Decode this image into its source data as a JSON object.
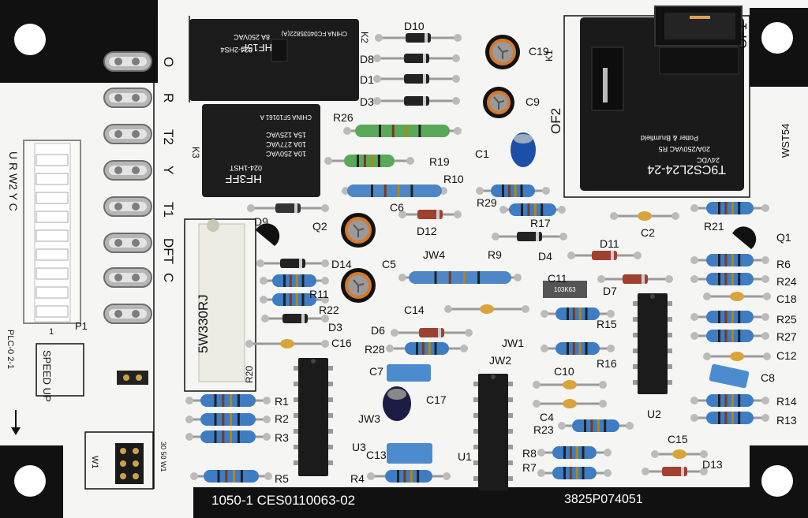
{
  "board": {
    "bottom_left_code": "1050-1  CES0110063-02",
    "bottom_right_code": "3825P074051",
    "model": "WST54",
    "plc": "PLC-0  2-1",
    "speed_up": "SPEED\nUP",
    "w1_label": "30 50 W1"
  },
  "terminals": [
    "O",
    "R",
    "T2",
    "Y",
    "T1",
    "DFT",
    "C",
    ""
  ],
  "connector": {
    "pins_label": "U R W2 Y C",
    "ref": "P1",
    "pin1": "1"
  },
  "relays": {
    "k2_ref": "K2",
    "k2_model": "HF15F",
    "k2_rating": "8A 250VAC",
    "k2_coil": "024-2HS4",
    "k2_origin": "CHINA FC04035822(A)",
    "k3_ref": "K3",
    "k3_model": "HF3FF",
    "k3_coil": "024-1HST",
    "k3_r1": "10A 250VAC",
    "k3_r2": "10A 277VAC",
    "k3_r3": "15A 125VAC",
    "k3_origin": "CHINA 5F10161 A",
    "k1_ref": "K1",
    "k1_model": "T9CS2L24-24",
    "k1_coil": "24VDC",
    "k1_rating": "20A/250VAC R5",
    "k1_brand": "Potter & Brumfield",
    "of1": "OF1",
    "of2": "OF2"
  },
  "components": {
    "diodes": [
      "D10",
      "D8",
      "D1",
      "D3",
      "D9",
      "D12",
      "D4",
      "D11",
      "D7",
      "D14",
      "D3",
      "D6",
      "D13"
    ],
    "resistors": [
      "R26",
      "R19",
      "R10",
      "R29",
      "R17",
      "R21",
      "R9",
      "R11",
      "R22",
      "R6",
      "R24",
      "R25",
      "R27",
      "R15",
      "R16",
      "R28",
      "R14",
      "R13",
      "R23",
      "R8",
      "R7",
      "R1",
      "R2",
      "R3",
      "R5",
      "R4",
      "R20"
    ],
    "capacitors": [
      "C19",
      "C9",
      "C1",
      "C6",
      "C5",
      "C2",
      "C11",
      "C14",
      "C16",
      "C18",
      "C12",
      "C8",
      "C10",
      "C4",
      "C7",
      "C17",
      "C13",
      "C15"
    ],
    "ics": [
      "U3",
      "U1",
      "U2"
    ],
    "transistors": [
      "Q2",
      "Q1"
    ],
    "jumpers": [
      "JW4",
      "JW1",
      "JW2",
      "JW3",
      "W1"
    ],
    "big_resistor": "5W330RJ",
    "c11_value": "103K63"
  }
}
